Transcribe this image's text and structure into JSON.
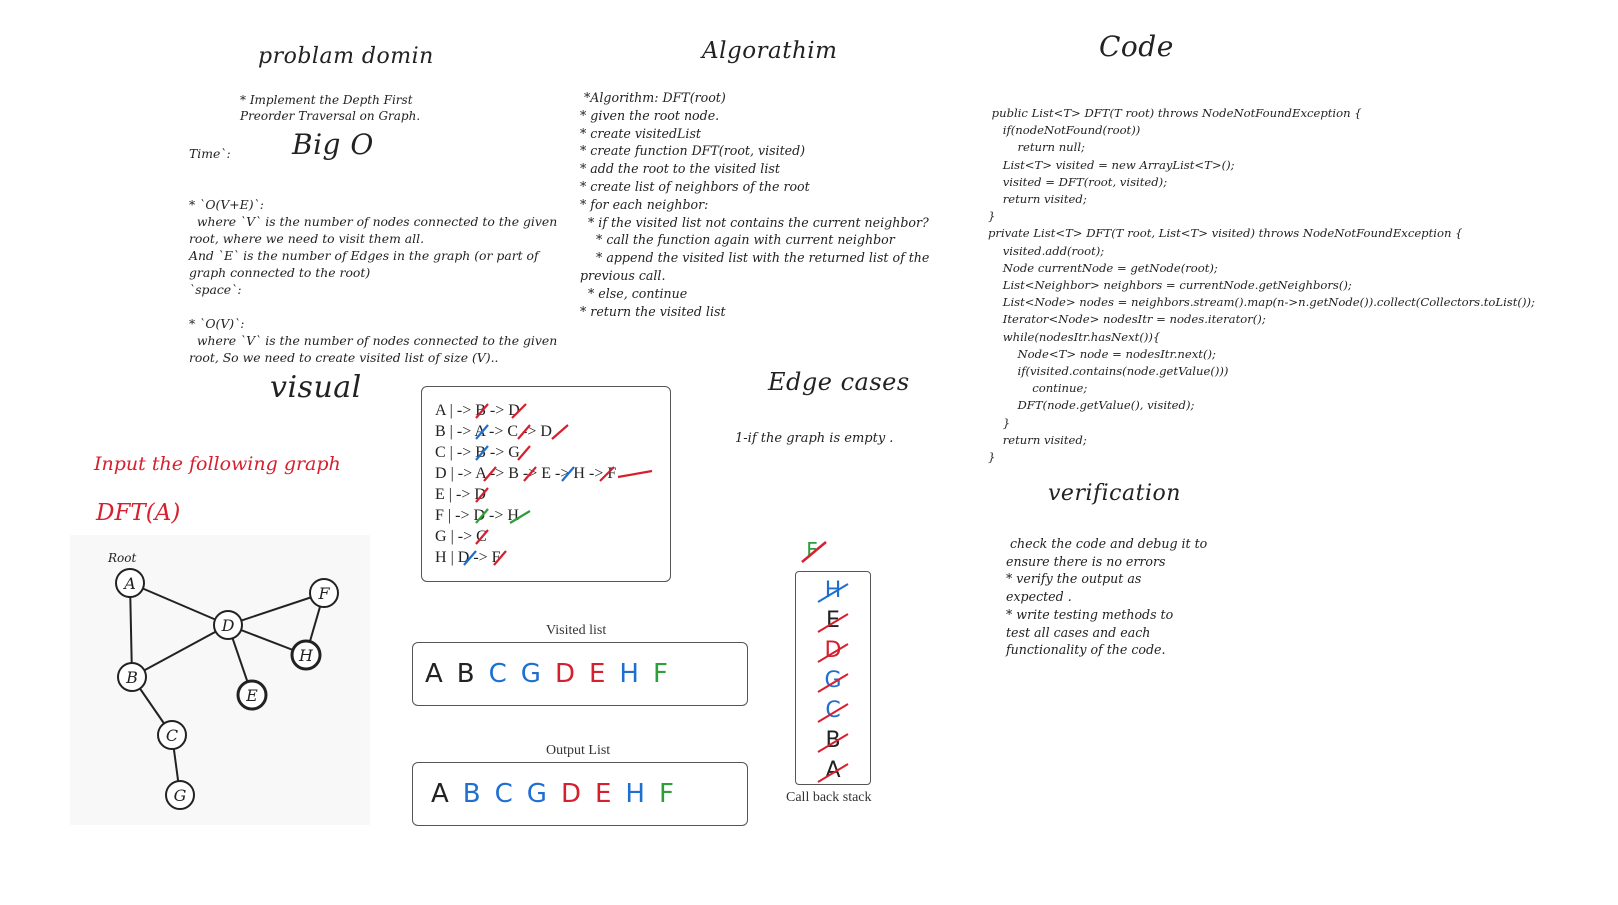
{
  "sections": {
    "problem_domain": {
      "title": "problam domin",
      "text": "* Implement the Depth First\nPreorder Traversal on Graph."
    },
    "big_o": {
      "title": "Big O",
      "text": "Time`:\n\n\n* `O(V+E)`:\n  where `V` is the number of nodes connected to the given\nroot, where we need to visit them all.\nAnd `E` is the number of Edges in the graph (or part of\ngraph connected to the root)\n`space`:\n\n* `O(V)`:\n  where `V` is the number of nodes connected to the given\nroot, So we need to create visited list of size (V).."
    },
    "algorithm": {
      "title": "Algorathim",
      "text": " *Algorithm: DFT(root)\n* given the root node.\n* create visitedList\n* create function DFT(root, visited)\n* add the root to the visited list\n* create list of neighbors of the root\n* for each neighbor:\n  * if the visited list not contains the current neighbor?\n    * call the function again with current neighbor\n    * append the visited list with the returned list of the\nprevious call.\n  * else, continue\n* return the visited list"
    },
    "code": {
      "title": "Code",
      "text": " public List<T> DFT(T root) throws NodeNotFoundException {\n    if(nodeNotFound(root))\n        return null;\n    List<T> visited = new ArrayList<T>();\n    visited = DFT(root, visited);\n    return visited;\n}\nprivate List<T> DFT(T root, List<T> visited) throws NodeNotFoundException {\n    visited.add(root);\n    Node currentNode = getNode(root);\n    List<Neighbor> neighbors = currentNode.getNeighbors();\n    List<Node> nodes = neighbors.stream().map(n->n.getNode()).collect(Collectors.toList());\n    Iterator<Node> nodesItr = nodes.iterator();\n    while(nodesItr.hasNext()){\n        Node<T> node = nodesItr.next();\n        if(visited.contains(node.getValue()))\n            continue;\n        DFT(node.getValue(), visited);\n    }\n    return visited;\n}"
    },
    "visual": {
      "title": "visual",
      "input_label": "Input the following graph",
      "call_label": "DFT(A)"
    },
    "edge_cases": {
      "title": "Edge cases",
      "text": "1-if the graph is empty ."
    },
    "verification": {
      "title": "verification",
      "text": " check the code and debug it to\nensure there is no errors\n* verify the output as\nexpected .\n* write testing methods to\ntest all cases and each\nfunctionality of the code."
    }
  },
  "graph": {
    "root_label": "Root",
    "nodes": [
      "A",
      "B",
      "C",
      "D",
      "E",
      "F",
      "G",
      "H"
    ]
  },
  "adjacency": {
    "rows": [
      {
        "node": "A",
        "neighbors": "-> B -> D"
      },
      {
        "node": "B",
        "neighbors": "-> A -> C -> D"
      },
      {
        "node": "C",
        "neighbors": "-> B -> G"
      },
      {
        "node": "D",
        "neighbors": "-> A -> B -> E -> H -> F"
      },
      {
        "node": "E",
        "neighbors": "-> D"
      },
      {
        "node": "F",
        "neighbors": "-> D -> H"
      },
      {
        "node": "G",
        "neighbors": "-> C"
      },
      {
        "node": "H",
        "neighbors": "D -> F"
      }
    ]
  },
  "visited_list": {
    "label": "Visited list",
    "items": [
      "A",
      "B",
      "C",
      "G",
      "D",
      "E",
      "H",
      "F"
    ],
    "colors": [
      "#222222",
      "#222222",
      "#1f6fd1",
      "#1f6fd1",
      "#d6202f",
      "#d6202f",
      "#1f6fd1",
      "#2e9e3a"
    ]
  },
  "output_list": {
    "label": "Output List",
    "items": [
      "A",
      "B",
      "C",
      "G",
      "D",
      "E",
      "H",
      "F"
    ],
    "colors": [
      "#222222",
      "#1f6fd1",
      "#1f6fd1",
      "#1f6fd1",
      "#d6202f",
      "#d6202f",
      "#1f6fd1",
      "#2e9e3a"
    ]
  },
  "call_stack": {
    "label": "Call back stack",
    "top_item": "F",
    "items": [
      "H",
      "E",
      "D",
      "G",
      "C",
      "B",
      "A"
    ],
    "colors": [
      "#1f6fd1",
      "#222222",
      "#d6202f",
      "#1f6fd1",
      "#1f6fd1",
      "#222222",
      "#222222"
    ]
  },
  "colors": {
    "text": "#222222",
    "accent_red": "#d6202f",
    "accent_blue": "#1f6fd1",
    "accent_green": "#2e9e3a"
  }
}
